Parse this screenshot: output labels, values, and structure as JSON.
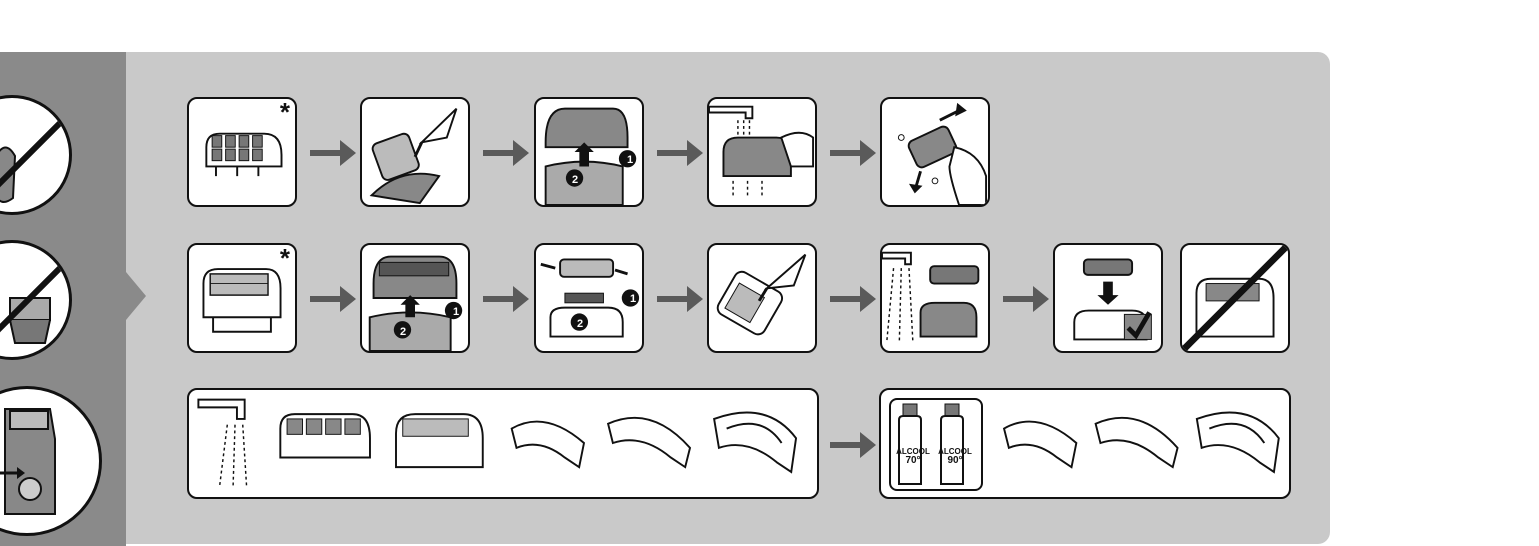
{
  "tiles": {
    "asterisk": "*",
    "step_numbers": {
      "one": "1",
      "two": "2"
    }
  },
  "alcohol": {
    "bottle1": {
      "label": "ALCOOL",
      "percent": "70°"
    },
    "bottle2": {
      "label": "ALCOOL",
      "percent": "90°"
    }
  },
  "colors": {
    "panel": "#c9c9c9",
    "sidebar": "#8a8a8a",
    "arrow": "#5a5a5a",
    "outline": "#111111"
  }
}
